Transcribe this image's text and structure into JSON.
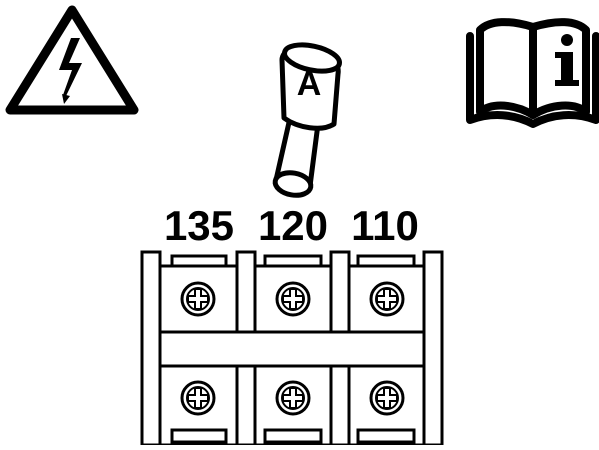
{
  "terminal_block": {
    "labels": [
      "135",
      "120",
      "110"
    ],
    "rows": 2
  },
  "ferrule": {
    "letter": "A"
  },
  "icons": {
    "warning": "electric-shock-warning-icon",
    "manual": "read-manual-icon"
  },
  "colors": {
    "stroke": "#000000",
    "fill": "#ffffff",
    "shade": "#d9d9d9"
  }
}
